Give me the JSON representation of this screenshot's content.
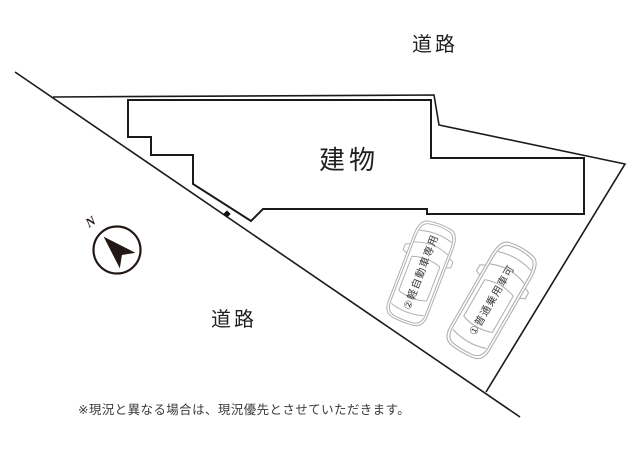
{
  "plan": {
    "type": "site-plan",
    "road_label_top": "道路",
    "road_label_bottom": "道路",
    "building_label": "建物",
    "compass_label": "N",
    "parking": {
      "car1_label": "①普通乗用車可",
      "car2_label": "②軽自動車専用"
    },
    "disclaimer": "※現況と異なる場合は、現況優先とさせていただきます。",
    "colors": {
      "boundary_line": "#1a1a1a",
      "building_line": "#1a1a1a",
      "car_outline": "#b0b0b0",
      "compass": "#231815",
      "text": "#1f1f1f",
      "background": "#ffffff"
    }
  }
}
